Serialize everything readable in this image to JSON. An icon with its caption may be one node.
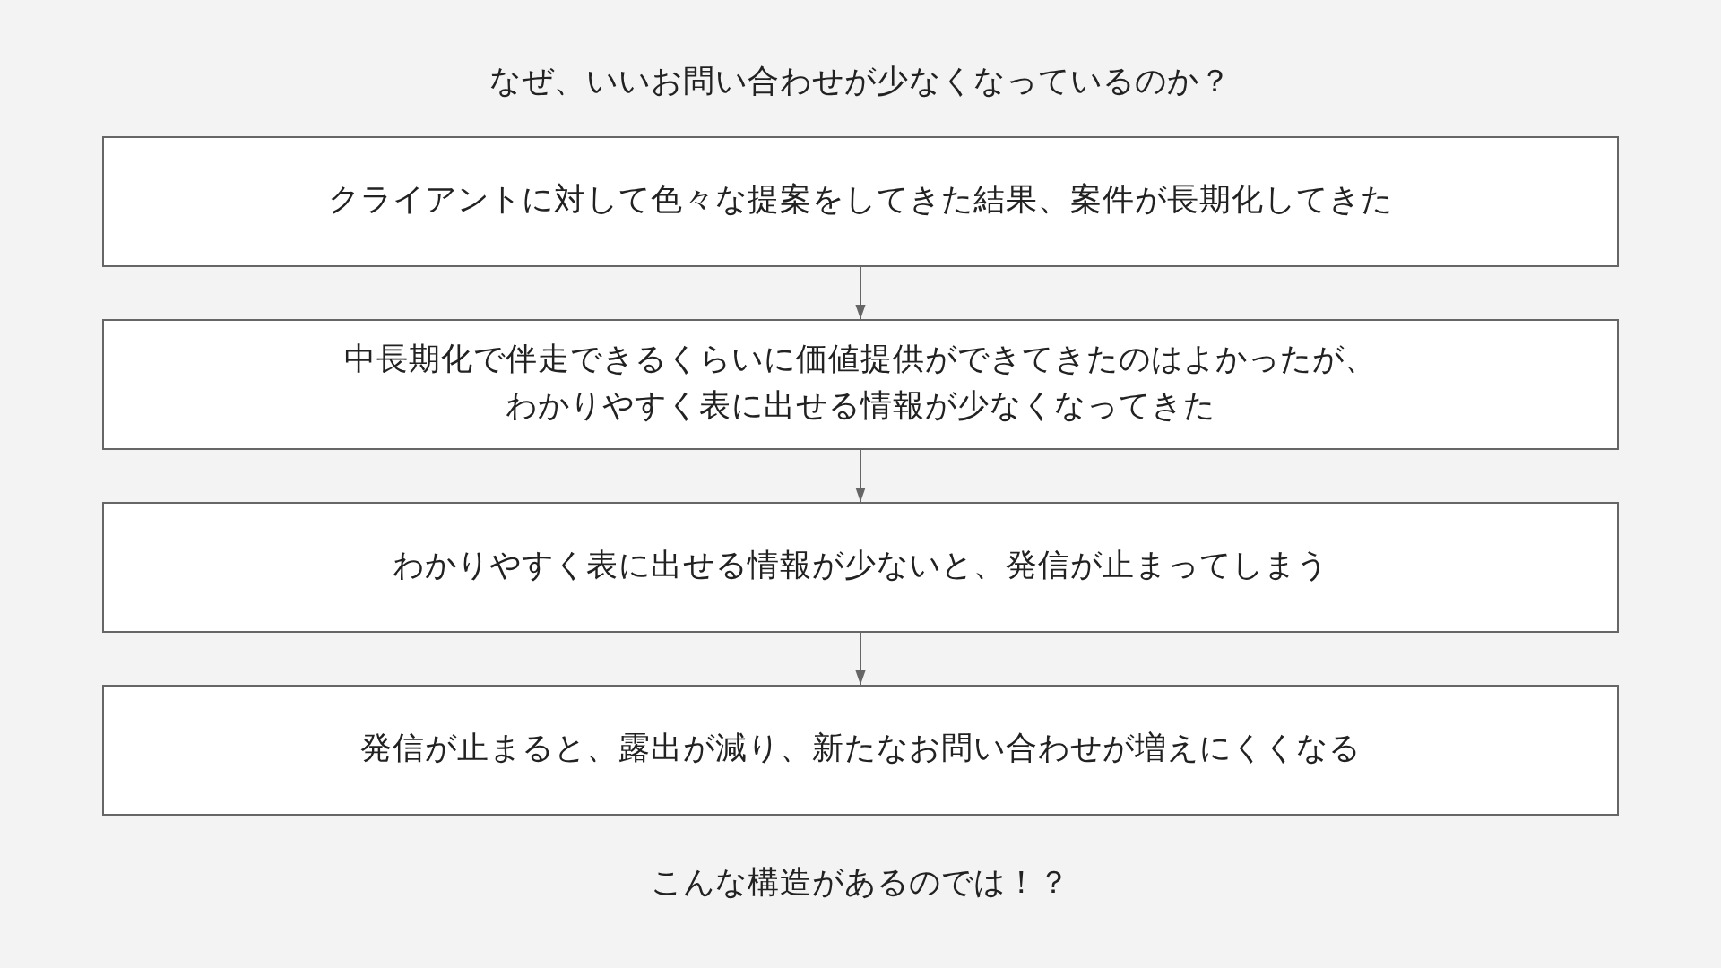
{
  "diagram": {
    "title": "なぜ、いいお問い合わせが少なくなっているのか？",
    "nodes": [
      {
        "text": [
          "クライアントに対して色々な提案をしてきた結果、案件が長期化してきた"
        ]
      },
      {
        "text": [
          "中長期化で伴走できるくらいに価値提供ができてきたのはよかったが、わかりやすく表に出せる情報が少なくなってきた"
        ]
      },
      {
        "text": [
          "わかりやすく表に出せる情報が少ないと、発信が止まってしまう"
        ]
      },
      {
        "text": [
          "発信が止まると、露出が減り、新たなお問い合わせが増えにくくなる"
        ]
      }
    ],
    "edges": [
      {
        "from": 0,
        "to": 1,
        "arrow": "to"
      },
      {
        "from": 1,
        "to": 2,
        "arrow": "to"
      },
      {
        "from": 2,
        "to": 3,
        "arrow": "to"
      }
    ],
    "caption": "こんな構造があるのでは！？"
  }
}
